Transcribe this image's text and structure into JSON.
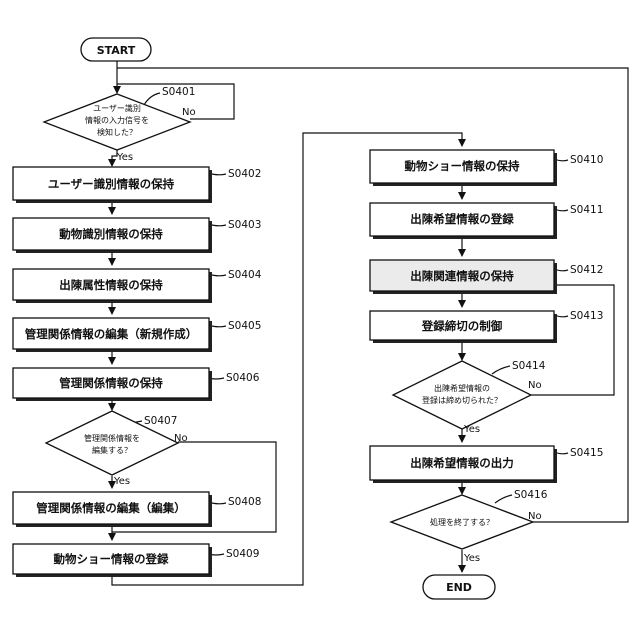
{
  "terminals": {
    "start": "START",
    "end": "END"
  },
  "steps": {
    "s0401": {
      "id": "S0401",
      "line1": "ユーザー識別",
      "line2": "情報の入力信号を",
      "line3": "検知した？"
    },
    "s0402": {
      "id": "S0402",
      "label": "ユーザー識別情報の保持"
    },
    "s0403": {
      "id": "S0403",
      "label": "動物識別情報の保持"
    },
    "s0404": {
      "id": "S0404",
      "label": "出陳属性情報の保持"
    },
    "s0405": {
      "id": "S0405",
      "label": "管理関係情報の編集（新規作成）"
    },
    "s0406": {
      "id": "S0406",
      "label": "管理関係情報の保持"
    },
    "s0407": {
      "id": "S0407",
      "line1": "管理関係情報を",
      "line2": "編集する？"
    },
    "s0408": {
      "id": "S0408",
      "label": "管理関係情報の編集（編集）"
    },
    "s0409": {
      "id": "S0409",
      "label": "動物ショー情報の登録"
    },
    "s0410": {
      "id": "S0410",
      "label": "動物ショー情報の保持"
    },
    "s0411": {
      "id": "S0411",
      "label": "出陳希望情報の登録"
    },
    "s0412": {
      "id": "S0412",
      "label": "出陳関連情報の保持"
    },
    "s0413": {
      "id": "S0413",
      "label": "登録締切の制御"
    },
    "s0414": {
      "id": "S0414",
      "line1": "出陳希望情報の",
      "line2": "登録は締め切られた？"
    },
    "s0415": {
      "id": "S0415",
      "label": "出陳希望情報の出力"
    },
    "s0416": {
      "id": "S0416",
      "line1": "処理を終了する？"
    }
  },
  "branches": {
    "yes": "Yes",
    "no": "No"
  }
}
